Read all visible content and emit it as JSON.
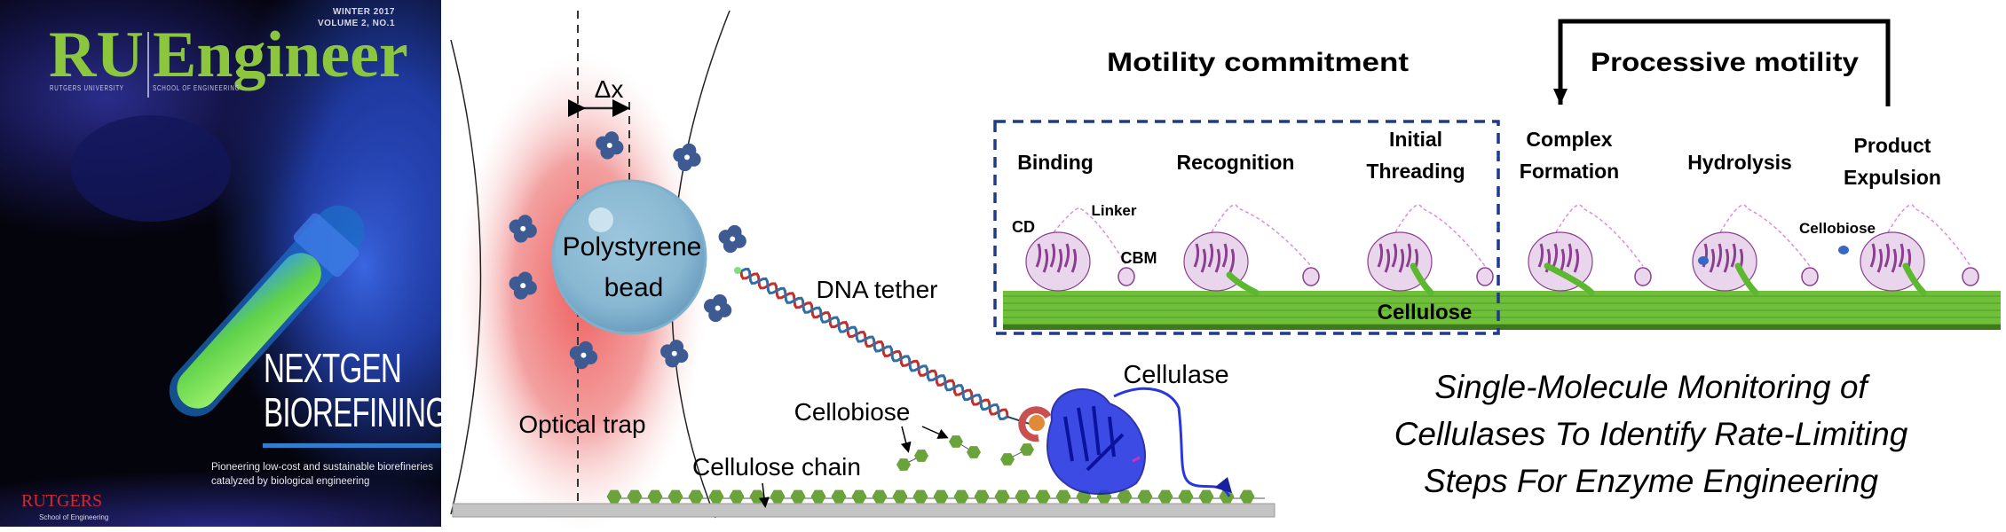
{
  "cover": {
    "masthead_ru": "RU",
    "masthead_engineer": "Engineer",
    "university": "RUTGERS UNIVERSITY",
    "school": "SCHOOL OF ENGINEERING",
    "issue_date": "WINTER 2017",
    "issue_volume": "VOLUME 2, NO.1",
    "headline_line1": "NEXTGEN",
    "headline_line2": "BIOREFINING",
    "subtitle_line1": "Pioneering low-cost and sustainable biorefineries",
    "subtitle_line2": "catalyzed by biological engineering",
    "logo_text": "RUTGERS",
    "logo_subtext": "School of Engineering",
    "colors": {
      "masthead": "#8cc63f",
      "rule": "#2f7fd0",
      "logo": "#d6262f",
      "tube": "#7ed957"
    }
  },
  "trap_diagram": {
    "delta_x": "Δx",
    "bead_line1": "Polystyrene",
    "bead_line2": "bead",
    "dna_tether": "DNA tether",
    "optical_trap": "Optical trap",
    "cellobiose": "Cellobiose",
    "cellulose_chain": "Cellulose chain",
    "cellulase": "Cellulase",
    "colors": {
      "trap": "#ef6f6f",
      "bead": "#7fb3d0",
      "dna_red": "#c0302d",
      "dna_blue": "#2f6ea8",
      "sugar": "#6aa33a",
      "enzyme": "#1f2fd6"
    }
  },
  "mechanism": {
    "phase1": "Motility commitment",
    "phase2": "Processive motility",
    "steps": [
      {
        "line1": "Binding",
        "line2": ""
      },
      {
        "line1": "Recognition",
        "line2": ""
      },
      {
        "line1": "Initial",
        "line2": "Threading"
      },
      {
        "line1": "Complex",
        "line2": "Formation"
      },
      {
        "line1": "Hydrolysis",
        "line2": ""
      },
      {
        "line1": "Product",
        "line2": "Expulsion"
      }
    ],
    "labels": {
      "cd": "CD",
      "linker": "Linker",
      "cbm": "CBM",
      "cellobiose": "Cellobiose",
      "cellulose": "Cellulose"
    },
    "colors": {
      "box": "#1f3a8a",
      "cellulose": "#6fbf3a",
      "protein": "#8a3f8f",
      "linker": "#e08ce0"
    }
  },
  "caption": {
    "line1": "Single-Molecule Monitoring of",
    "line2": "Cellulases To Identify Rate-Limiting",
    "line3": "Steps For Enzyme Engineering"
  }
}
